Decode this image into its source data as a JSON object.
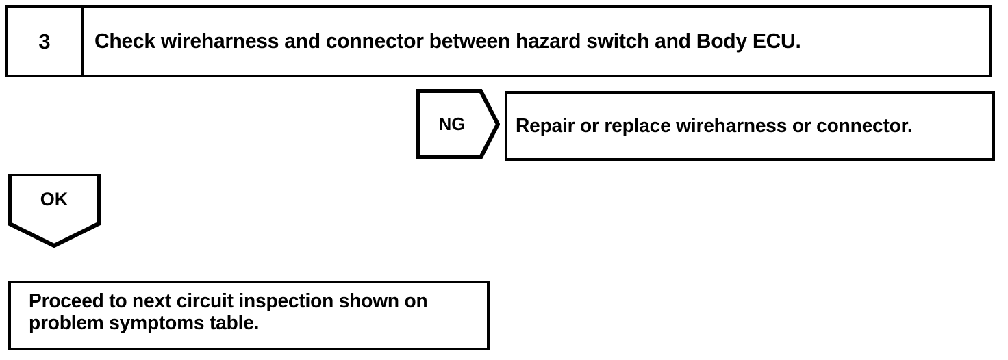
{
  "document": {
    "type": "automotive-troubleshooting-flowchart",
    "background_color": "#ffffff",
    "line_color": "#000000"
  },
  "step": {
    "number": "3",
    "instruction": "Check wireharness and connector between hazard switch and Body ECU."
  },
  "branches": {
    "ng": {
      "label": "NG",
      "shape": "right-pointing-pentagon-arrow",
      "result": "Repair or replace wireharness or connector."
    },
    "ok": {
      "label": "OK",
      "shape": "down-pointing-pentagon-arrow",
      "result": "Proceed to next circuit inspection shown on\nproblem symptoms table."
    }
  }
}
